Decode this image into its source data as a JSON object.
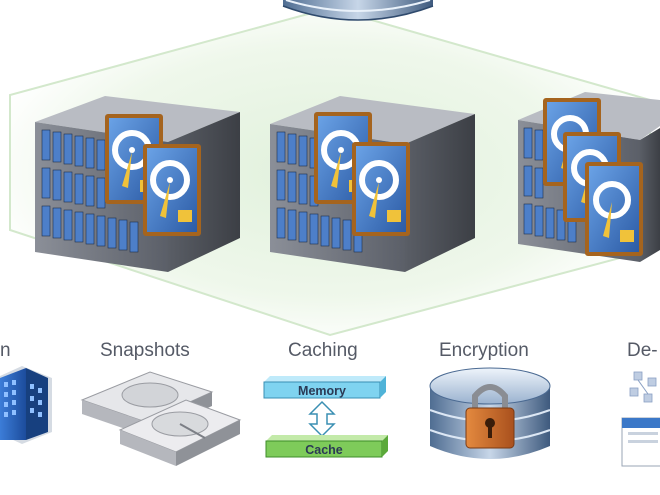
{
  "features": {
    "partial_left": "n",
    "snapshots": "Snapshots",
    "caching": "Caching",
    "encryption": "Encryption",
    "partial_right": "De-"
  },
  "caching": {
    "memory": "Memory",
    "cache": "Cache"
  },
  "icons": {
    "top": "storage-database-disk-icon",
    "servers": "server-rack-with-disks-icon",
    "left": "building-icon",
    "snapshots": "hard-drives-icon",
    "encryption": "locked-database-icon",
    "dedup": "deduplication-icon"
  },
  "colors": {
    "glow": "#dff0da",
    "rack": "#6b6f78",
    "disk_face": "#3b6cb3",
    "disk_frame": "#b77424",
    "memory": "#7fd3f0",
    "cache": "#7ecb5a",
    "lock": "#c9692a"
  }
}
